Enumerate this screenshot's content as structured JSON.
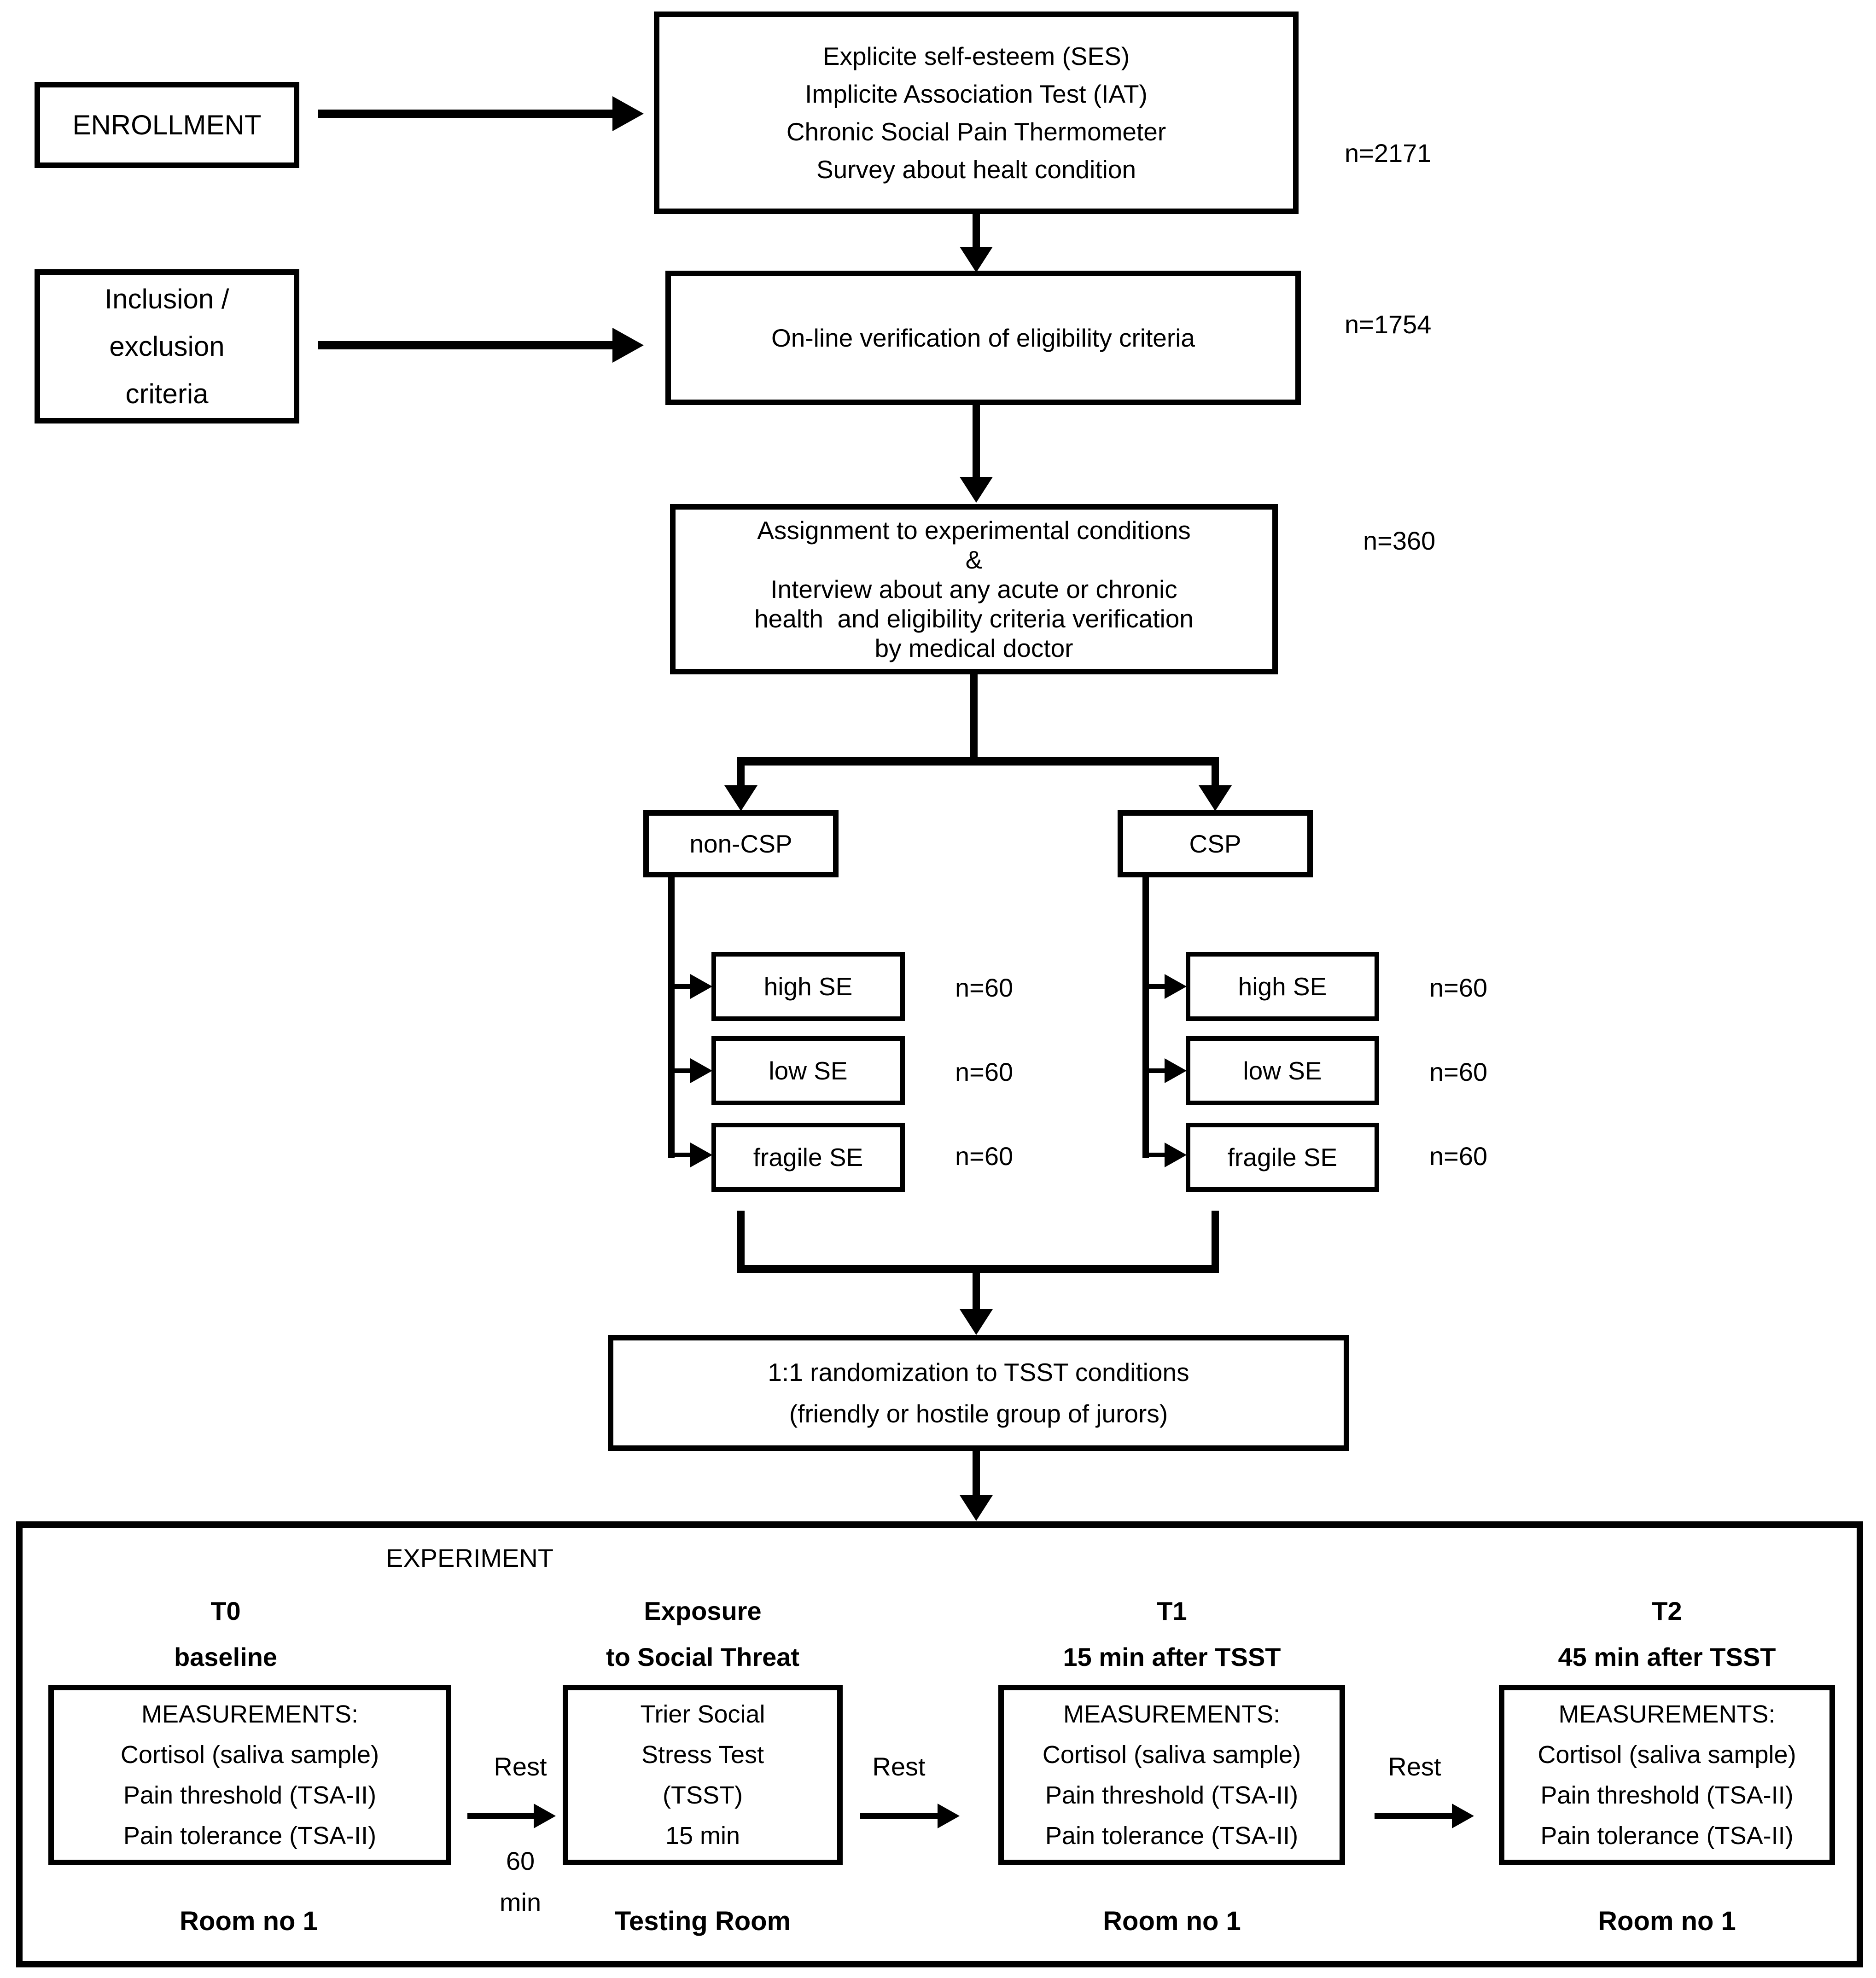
{
  "flow": {
    "enrollment_label": "ENROLLMENT",
    "screening_lines": [
      "Explicite self-esteem (SES)",
      "Implicite Association Test (IAT)",
      "Chronic Social Pain Thermometer",
      "Survey about healt condition"
    ],
    "n_screening": "n=2171",
    "inclusion_lines": [
      "Inclusion /",
      "exclusion",
      "criteria"
    ],
    "online_verification": "On-line verification of eligibility criteria",
    "n_online": "n=1754",
    "assignment_lines": [
      "Assignment to experimental conditions",
      "&",
      "Interview about any acute or chronic",
      "health  and eligibility criteria verification",
      "by medical doctor"
    ],
    "n_assignment": "n=360",
    "group_left": "non-CSP",
    "group_right": "CSP",
    "se_labels": [
      "high SE",
      "low SE",
      "fragile SE"
    ],
    "n_se": "n=60",
    "randomization_lines": [
      "1:1 randomization to TSST conditions",
      "(friendly or hostile group of jurors)"
    ]
  },
  "experiment": {
    "title": "EXPERIMENT",
    "stages": [
      {
        "header": [
          "T0",
          "baseline"
        ],
        "box": [
          "MEASUREMENTS:",
          "Cortisol (saliva sample)",
          "Pain threshold (TSA-II)",
          "Pain tolerance (TSA-II)"
        ],
        "room": "Room no 1"
      },
      {
        "header": [
          "Exposure",
          "to Social Threat"
        ],
        "box": [
          "Trier Social",
          "Stress Test",
          "(TSST)",
          "15 min"
        ],
        "room": "Testing Room"
      },
      {
        "header": [
          "T1",
          "15 min after TSST"
        ],
        "box": [
          "MEASUREMENTS:",
          "Cortisol (saliva sample)",
          "Pain threshold (TSA-II)",
          "Pain tolerance (TSA-II)"
        ],
        "room": "Room no 1"
      },
      {
        "header": [
          "T2",
          "45 min after TSST"
        ],
        "box": [
          "MEASUREMENTS:",
          "Cortisol (saliva sample)",
          "Pain threshold (TSA-II)",
          "Pain tolerance (TSA-II)"
        ],
        "room": "Room no 1"
      }
    ],
    "rest_labels": {
      "rest": "Rest",
      "sixty": "60",
      "min": "min"
    }
  },
  "colors": {
    "ink": "#000000",
    "background": "#ffffff"
  }
}
